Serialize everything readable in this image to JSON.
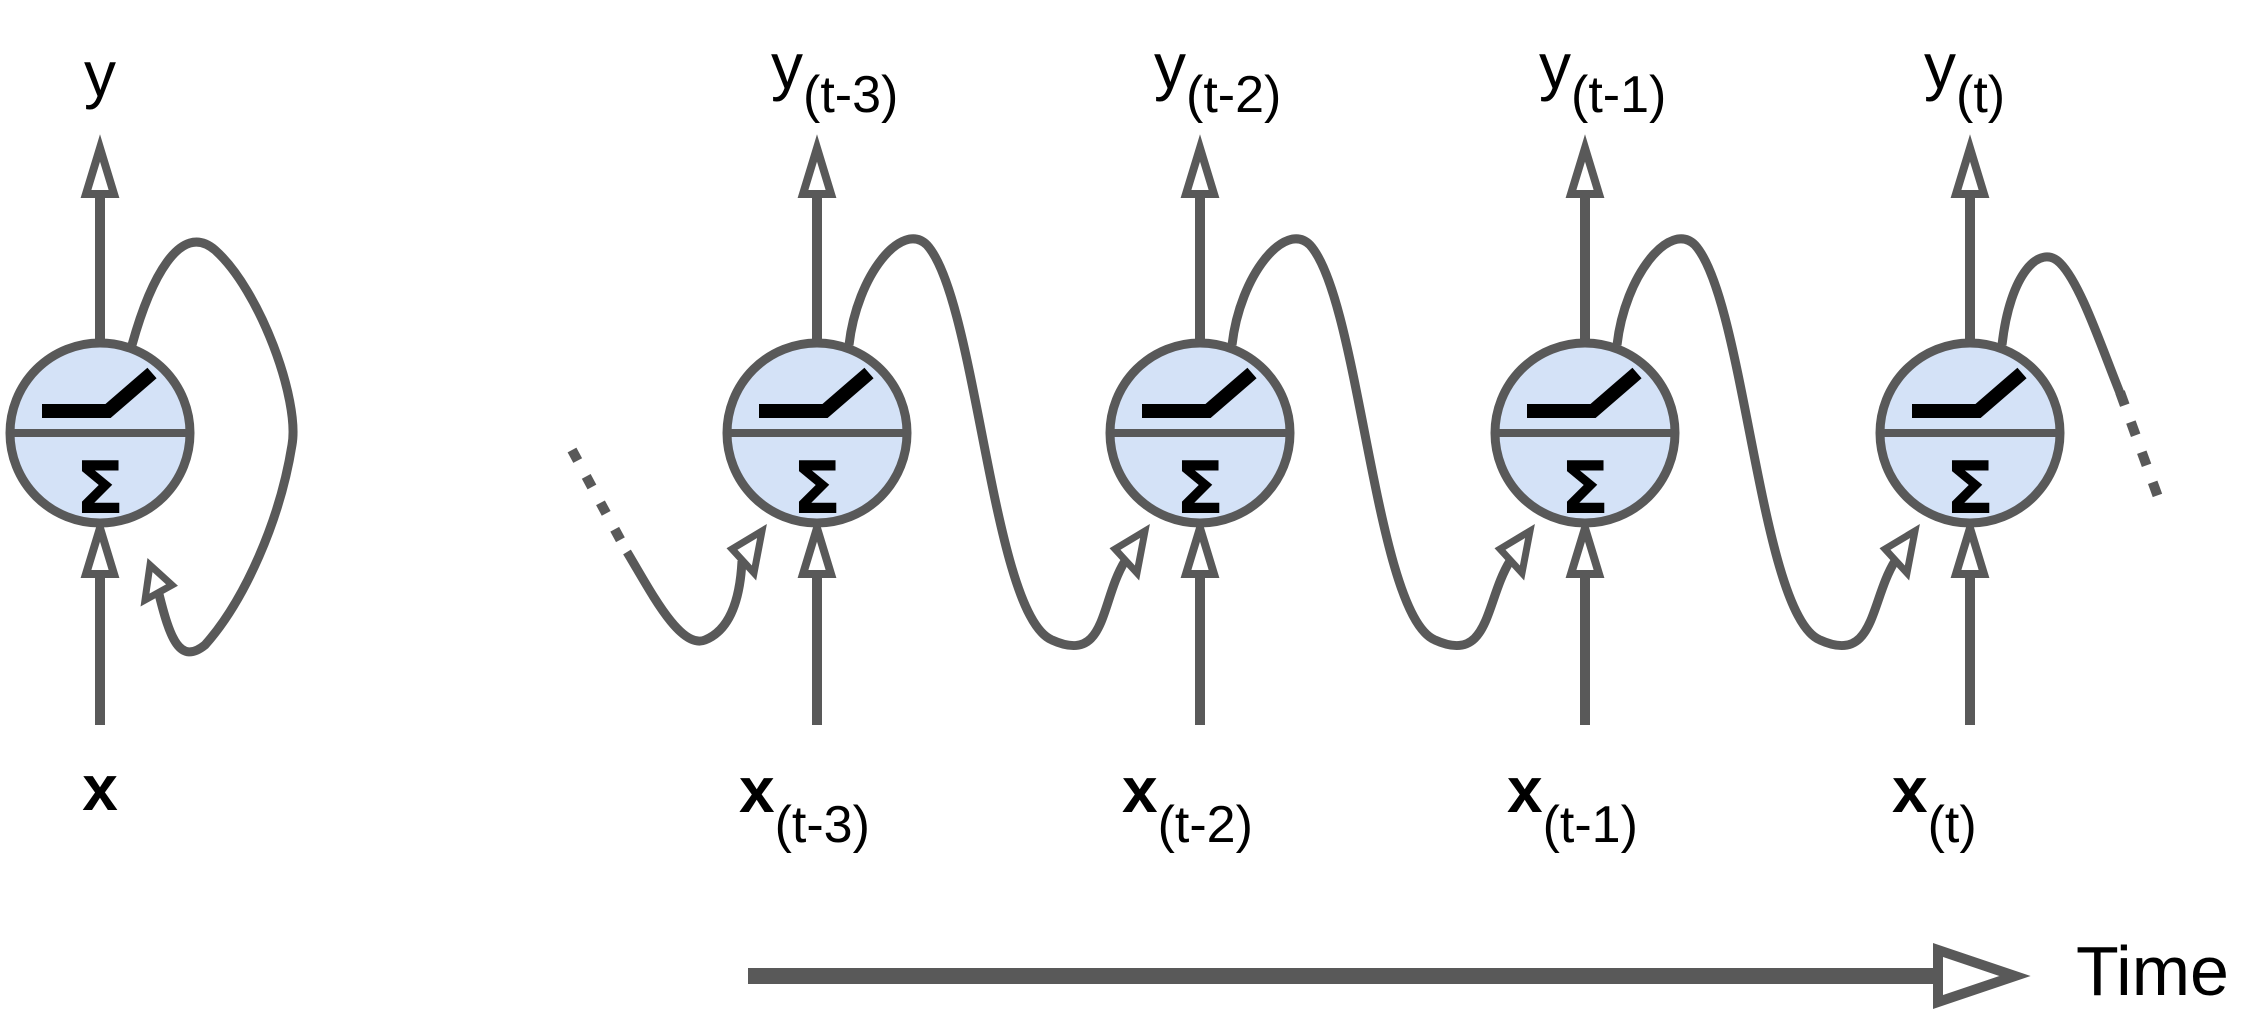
{
  "colors": {
    "stroke": "#595959",
    "neuron_fill": "#d4e2f7",
    "neuron_stroke": "#595959",
    "glyph": "#000000",
    "background": "#ffffff"
  },
  "icons": {
    "activation": "step-activation-icon",
    "summation": "sigma-summation-icon",
    "arrow": "hollow-triangle-arrowhead"
  },
  "folded": {
    "output_label": "y",
    "input_label": "x",
    "sum_symbol": "Σ"
  },
  "unrolled": {
    "steps": [
      {
        "output": "y",
        "output_sub": "(t-3)",
        "input": "x",
        "input_sub": "(t-3)",
        "sum_symbol": "Σ"
      },
      {
        "output": "y",
        "output_sub": "(t-2)",
        "input": "x",
        "input_sub": "(t-2)",
        "sum_symbol": "Σ"
      },
      {
        "output": "y",
        "output_sub": "(t-1)",
        "input": "x",
        "input_sub": "(t-1)",
        "sum_symbol": "Σ"
      },
      {
        "output": "y",
        "output_sub": "(t)",
        "input": "x",
        "input_sub": "(t)",
        "sum_symbol": "Σ"
      }
    ]
  },
  "time_axis": {
    "label": "Time"
  }
}
